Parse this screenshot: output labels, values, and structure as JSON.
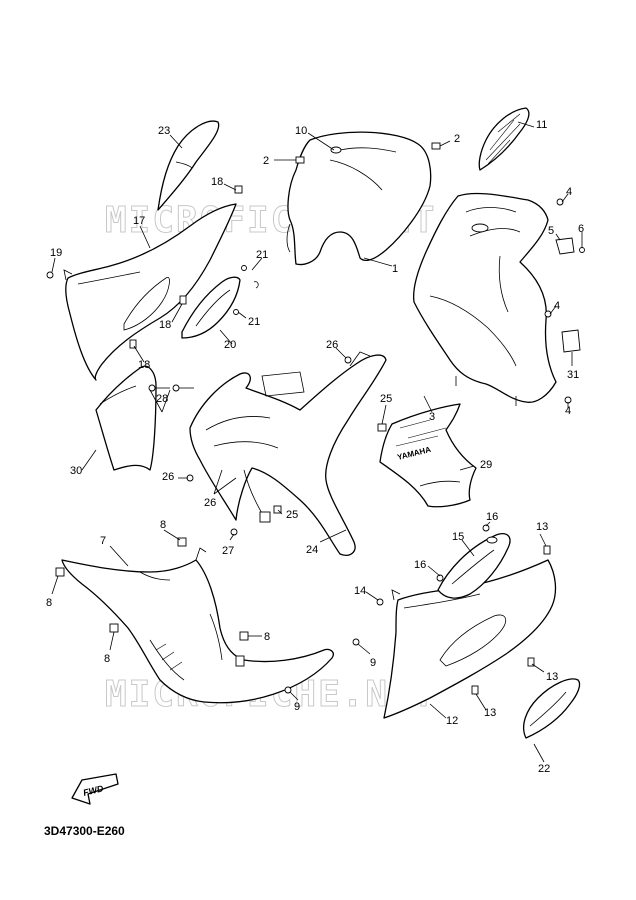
{
  "diagram": {
    "reference_code": "3D47300-E260",
    "fwd_label": "FWD",
    "watermark_top": "MICROFICHE.NET",
    "watermark_bottom": "MICROFICHE.NET",
    "decal_brand": "YAMAHA",
    "callouts": [
      {
        "id": "23",
        "label": "23"
      },
      {
        "id": "10",
        "label": "10"
      },
      {
        "id": "2a",
        "label": "2"
      },
      {
        "id": "2b",
        "label": "2"
      },
      {
        "id": "11",
        "label": "11"
      },
      {
        "id": "18a",
        "label": "18"
      },
      {
        "id": "17",
        "label": "17"
      },
      {
        "id": "19",
        "label": "19"
      },
      {
        "id": "21a",
        "label": "21"
      },
      {
        "id": "21b",
        "label": "21"
      },
      {
        "id": "18b",
        "label": "18"
      },
      {
        "id": "18c",
        "label": "18"
      },
      {
        "id": "20",
        "label": "20"
      },
      {
        "id": "1",
        "label": "1"
      },
      {
        "id": "4a",
        "label": "4"
      },
      {
        "id": "5",
        "label": "5"
      },
      {
        "id": "6",
        "label": "6"
      },
      {
        "id": "4b",
        "label": "4"
      },
      {
        "id": "31",
        "label": "31"
      },
      {
        "id": "4c",
        "label": "4"
      },
      {
        "id": "3",
        "label": "3"
      },
      {
        "id": "26a",
        "label": "26"
      },
      {
        "id": "25a",
        "label": "25"
      },
      {
        "id": "28",
        "label": "28"
      },
      {
        "id": "30",
        "label": "30"
      },
      {
        "id": "26b",
        "label": "26"
      },
      {
        "id": "26c",
        "label": "26"
      },
      {
        "id": "25b",
        "label": "25"
      },
      {
        "id": "29",
        "label": "29"
      },
      {
        "id": "27",
        "label": "27"
      },
      {
        "id": "24",
        "label": "24"
      },
      {
        "id": "8a",
        "label": "8"
      },
      {
        "id": "7",
        "label": "7"
      },
      {
        "id": "8b",
        "label": "8"
      },
      {
        "id": "8c",
        "label": "8"
      },
      {
        "id": "8d",
        "label": "8"
      },
      {
        "id": "9a",
        "label": "9"
      },
      {
        "id": "9b",
        "label": "9"
      },
      {
        "id": "16a",
        "label": "16"
      },
      {
        "id": "15",
        "label": "15"
      },
      {
        "id": "13a",
        "label": "13"
      },
      {
        "id": "16b",
        "label": "16"
      },
      {
        "id": "14",
        "label": "14"
      },
      {
        "id": "13b",
        "label": "13"
      },
      {
        "id": "13c",
        "label": "13"
      },
      {
        "id": "12",
        "label": "12"
      },
      {
        "id": "22",
        "label": "22"
      }
    ]
  }
}
